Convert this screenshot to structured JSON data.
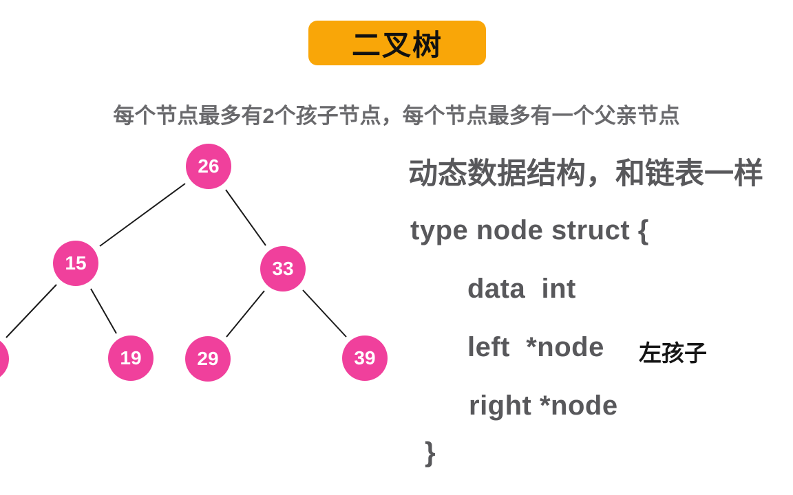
{
  "title": {
    "label": "二叉树"
  },
  "subtitle": "每个节点最多有2个孩子节点，每个节点最多有一个父亲节点",
  "colors": {
    "badge_orange": "#F9A608",
    "node_pink": "#F0409C",
    "text_gray": "#58585b",
    "annotation_black": "#151515"
  },
  "tree": {
    "nodes": [
      {
        "id": "root",
        "value": "26"
      },
      {
        "id": "left",
        "value": "15"
      },
      {
        "id": "right",
        "value": "33"
      },
      {
        "id": "left-left",
        "value": ""
      },
      {
        "id": "left-right",
        "value": "19"
      },
      {
        "id": "right-left",
        "value": "29"
      },
      {
        "id": "right-right",
        "value": "39"
      }
    ],
    "edges": [
      "26-15",
      "26-33",
      "15-(clipped)",
      "15-19",
      "33-29",
      "33-39"
    ]
  },
  "notes": {
    "heading": "动态数据结构，和链表一样",
    "code_lines": [
      "type node struct {",
      "data  int",
      "left  *node",
      "right *node",
      "}"
    ],
    "left_child_annotation": "左孩子"
  }
}
